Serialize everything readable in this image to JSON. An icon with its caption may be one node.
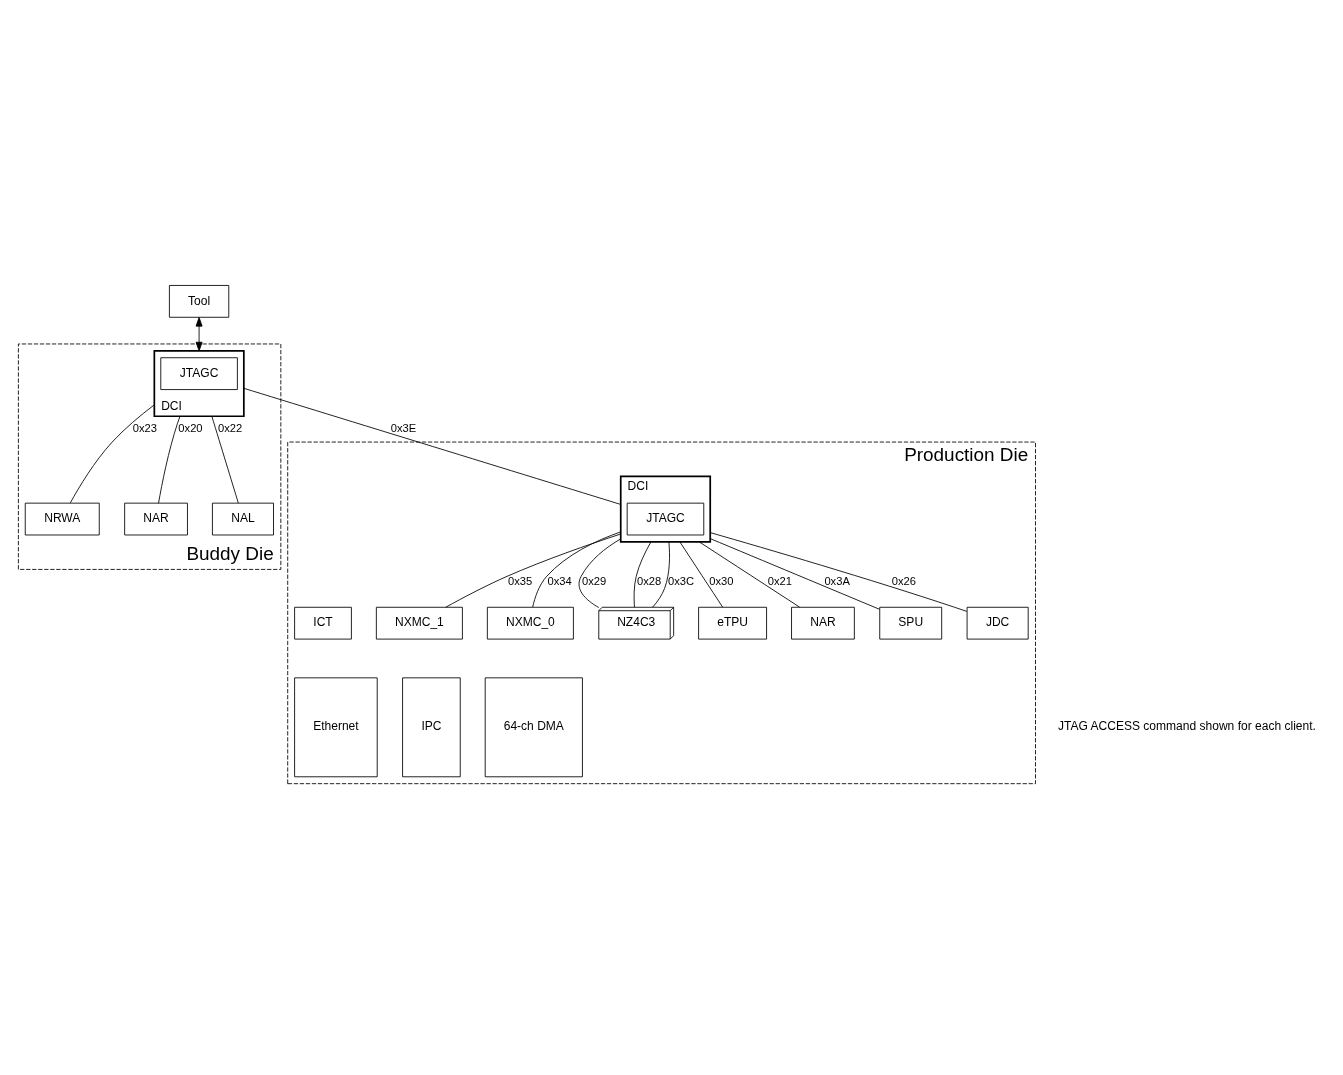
{
  "diagram": {
    "nodes": [
      {
        "text": [
          "Tool"
        ]
      },
      {
        "text": [
          "Buddy Die"
        ]
      },
      {
        "text": [
          "DCI"
        ],
        "in": 1
      },
      {
        "text": [
          "JTAGC"
        ],
        "in": 2
      },
      {
        "text": [
          "NRWA"
        ],
        "in": 1
      },
      {
        "text": [
          "NAR"
        ],
        "in": 1
      },
      {
        "text": [
          "NAL"
        ],
        "in": 1
      },
      {
        "text": [
          "Production Die"
        ]
      },
      {
        "text": [
          "DCI"
        ],
        "in": 7
      },
      {
        "text": [
          "JTAGC"
        ],
        "in": 8
      },
      {
        "text": [
          "NXMC_1"
        ],
        "in": 7
      },
      {
        "text": [
          "NXMC_0"
        ],
        "in": 7
      },
      {
        "text": [
          "ICT"
        ],
        "in": 7
      },
      {
        "text": [
          "NZ4C3"
        ],
        "in": 7
      },
      {
        "text": [
          "eTPU"
        ],
        "in": 7
      },
      {
        "text": [
          "NAR"
        ],
        "in": 7
      },
      {
        "text": [
          "Ethernet"
        ],
        "in": 7
      },
      {
        "text": [
          "IPC"
        ],
        "in": 7
      },
      {
        "text": [
          "64-ch DMA"
        ],
        "in": 7
      },
      {
        "text": [
          "SPU"
        ],
        "in": 7
      },
      {
        "text": [
          "JDC"
        ],
        "in": 7
      }
    ],
    "edges": [
      {
        "from": 0,
        "to": 2,
        "arrow": "both"
      },
      {
        "from": 2,
        "to": 4,
        "arrow": "none",
        "label": "0x23"
      },
      {
        "from": 2,
        "to": 5,
        "arrow": "none",
        "label": "0x20"
      },
      {
        "from": 2,
        "to": 6,
        "arrow": "none",
        "label": "0x22"
      },
      {
        "from": 2,
        "to": 8,
        "arrow": "none",
        "label": "0x3E"
      },
      {
        "from": 8,
        "to": 10,
        "arrow": "none",
        "label": "0x35"
      },
      {
        "from": 8,
        "to": 11,
        "arrow": "none",
        "label": "0x34"
      },
      {
        "from": 8,
        "to": 13,
        "arrow": "none",
        "label": "0x29"
      },
      {
        "from": 8,
        "to": 13,
        "arrow": "none",
        "label": "0x28"
      },
      {
        "from": 8,
        "to": 13,
        "arrow": "none",
        "label": "0x3C"
      },
      {
        "from": 8,
        "to": 19,
        "arrow": "none",
        "label": "0x3A"
      },
      {
        "from": 8,
        "to": 14,
        "arrow": "none",
        "label": "0x30"
      },
      {
        "from": 8,
        "to": 20,
        "arrow": "none",
        "label": "0x26"
      },
      {
        "from": 8,
        "to": 15,
        "arrow": "none",
        "label": "0x21"
      }
    ],
    "labels": [
      "JTAG ACCESS command shown for each client."
    ]
  }
}
